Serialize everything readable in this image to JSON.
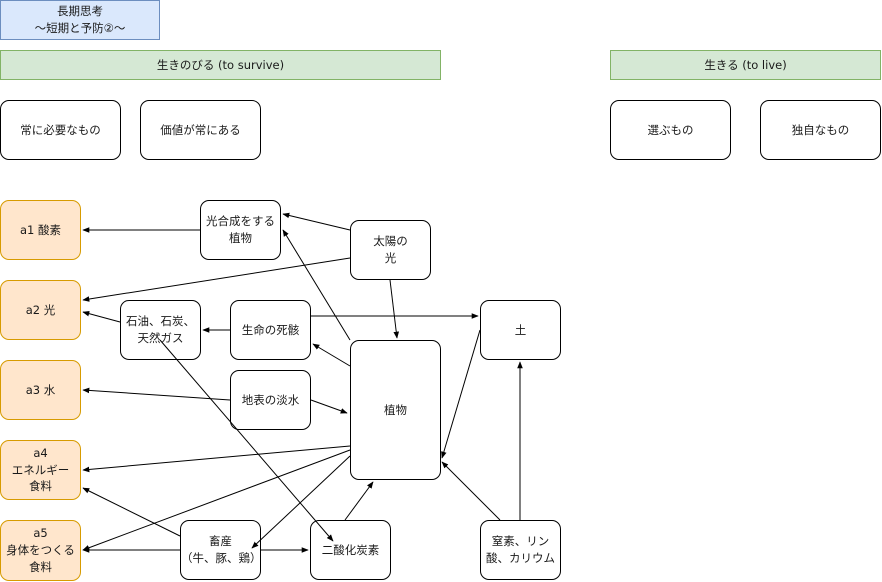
{
  "title": "長期思考\n〜短期と予防②〜",
  "headers": {
    "survive": "生きのびる (to survive)",
    "live": "生きる (to live)"
  },
  "categories": {
    "always_needed": "常に必要なもの",
    "always_valuable": "価値が常にある",
    "chosen": "選ぶもの",
    "unique": "独自なもの"
  },
  "needs": {
    "a1": "a1 酸素",
    "a2": "a2 光",
    "a3": "a3 水",
    "a4": "a4\nエネルギー\n食料",
    "a5": "a5\n身体をつくる\n食料"
  },
  "sources": {
    "photosynthesis": "光合成をする\n植物",
    "sunlight": "太陽の\n光",
    "fossil_fuels": "石油、石炭、\n天然ガス",
    "remains": "生命の死骸",
    "soil": "土",
    "surface_water": "地表の淡水",
    "plants": "植物",
    "livestock": "畜産\n（牛、豚、鶏）",
    "co2": "二酸化炭素",
    "minerals": "窒素、リン\n酸、カリウム"
  },
  "colors": {
    "need_fill": "#ffe6cc",
    "need_border": "#d79b00",
    "header_fill": "#d5e8d4",
    "header_border": "#82b366",
    "title_fill": "#dae8fc",
    "title_border": "#6c8ebf",
    "edge": "#000000"
  }
}
